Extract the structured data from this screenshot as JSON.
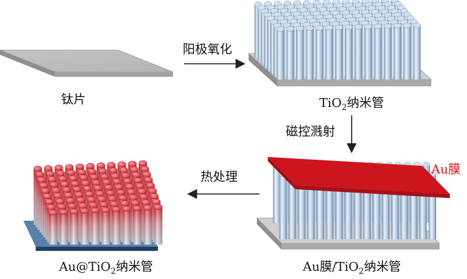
{
  "labels": {
    "ti_sheet": "钛片",
    "tio2_nanotubes": {
      "prefix": "TiO",
      "sub": "2",
      "suffix": "纳米管"
    },
    "au_film_tag": "Au膜",
    "au_film_tio2": {
      "prefix": "Au膜/TiO",
      "sub": "2",
      "suffix": "纳米管"
    },
    "au_at_tio2": {
      "prefix": "Au@TiO",
      "sub": "2",
      "suffix": "纳米管"
    }
  },
  "steps": {
    "anodization": "阳极氧化",
    "magnetron_sputtering": "磁控溅射",
    "heat_treatment": "热处理"
  },
  "colors": {
    "au_film": "#d3131b",
    "label_au": "#d3131b",
    "tube_blue": "#bcd3ea",
    "base_gray": "#c9c9c9"
  }
}
